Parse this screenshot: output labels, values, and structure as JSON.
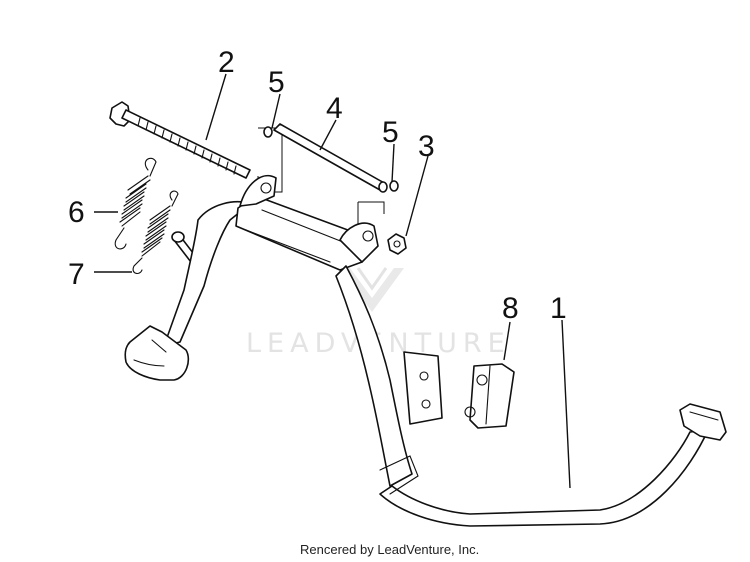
{
  "diagram": {
    "callouts": [
      {
        "id": "callout-1",
        "label": "1"
      },
      {
        "id": "callout-2",
        "label": "2"
      },
      {
        "id": "callout-3",
        "label": "3"
      },
      {
        "id": "callout-4",
        "label": "4"
      },
      {
        "id": "callout-5a",
        "label": "5"
      },
      {
        "id": "callout-5b",
        "label": "5"
      },
      {
        "id": "callout-6",
        "label": "6"
      },
      {
        "id": "callout-7",
        "label": "7"
      },
      {
        "id": "callout-8",
        "label": "8"
      }
    ],
    "watermark": "LEADVENTURE",
    "credit": "Rencered by LeadVenture, Inc."
  }
}
